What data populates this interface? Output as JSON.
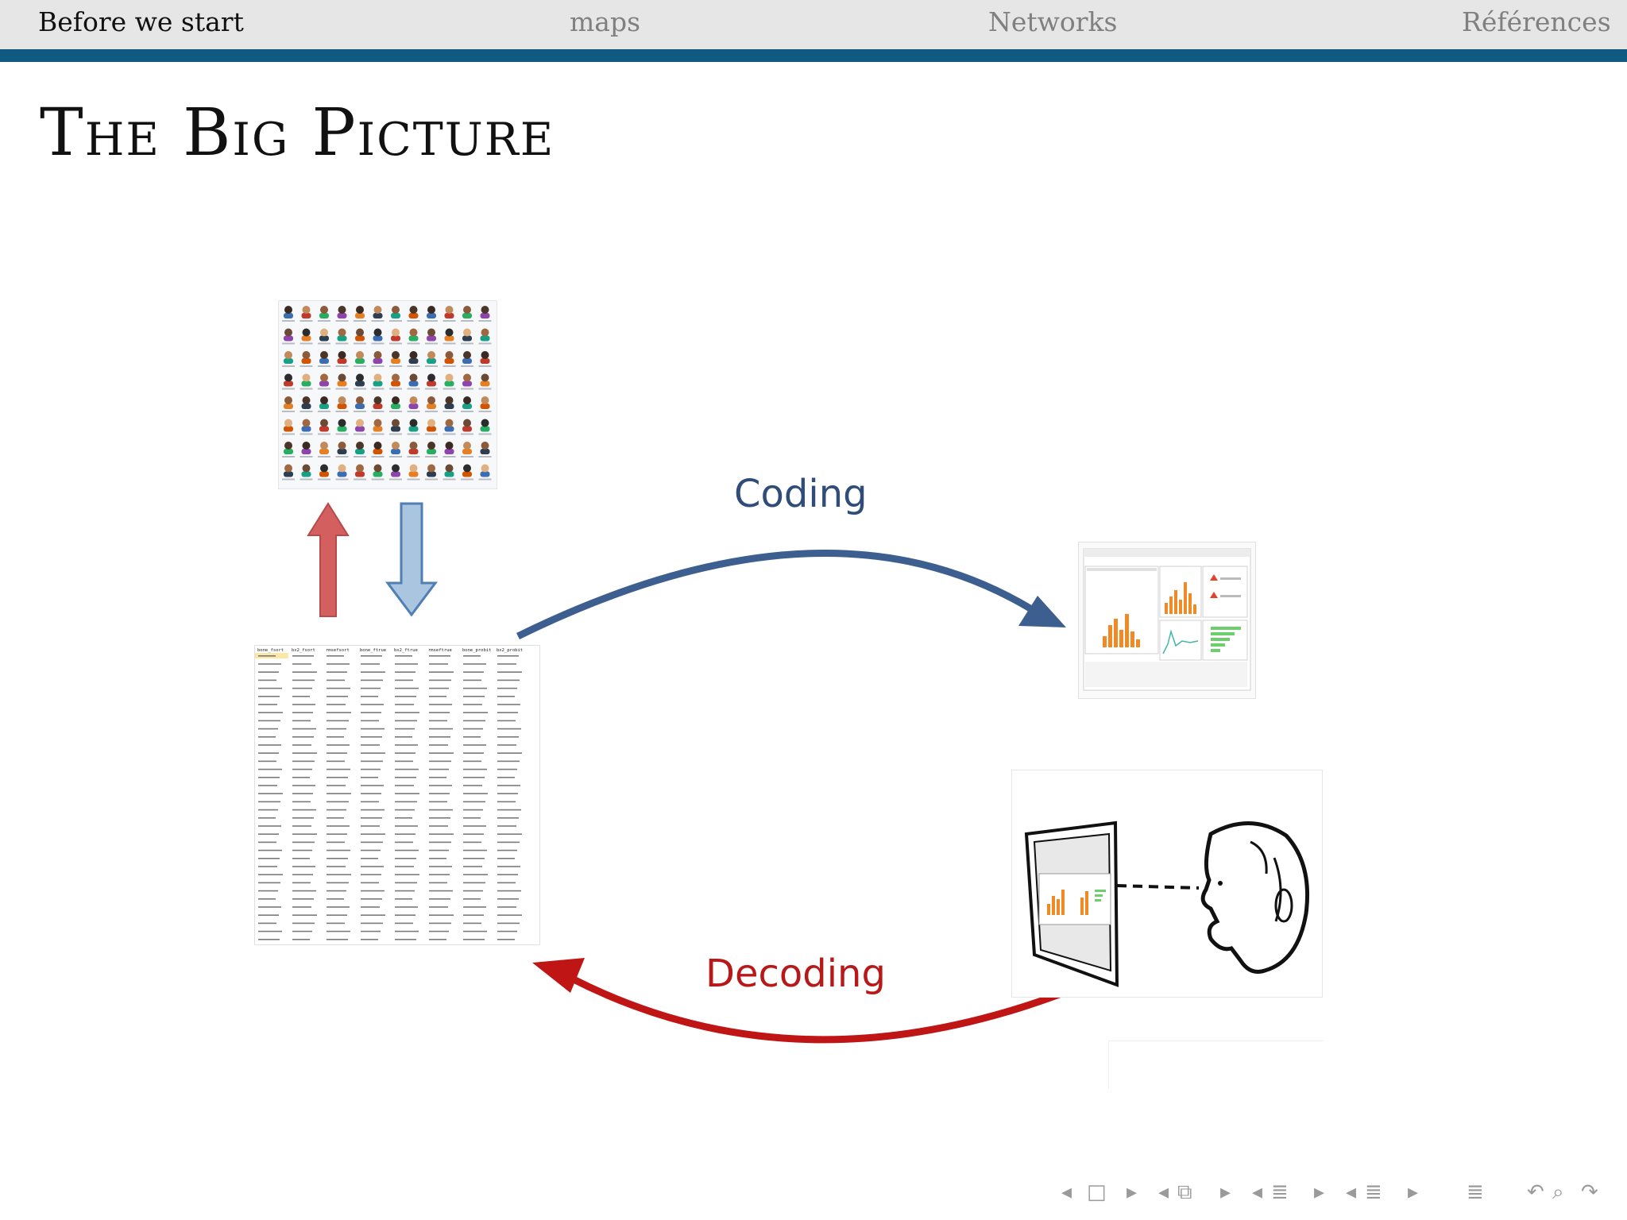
{
  "nav": {
    "items": [
      {
        "label": "Before we start",
        "active": true
      },
      {
        "label": "maps",
        "active": false
      },
      {
        "label": "Networks",
        "active": false
      },
      {
        "label": "Références",
        "active": false
      }
    ],
    "accent_color": "#0f5a80"
  },
  "slide": {
    "title": "The Big Picture",
    "coding_label": "Coding",
    "decoding_label": "Decoding",
    "coding_color": "#2f4d78",
    "decoding_color": "#b81818"
  },
  "images": {
    "people_grid": "grid of cartoon person avatars with captions",
    "data_table": "spreadsheet of numeric data columns",
    "dashboard": "dashboard with bar charts and line chart",
    "viewer": "drawing of a man looking at a chart through a frame"
  },
  "table": {
    "headers": [
      "bone_fsort",
      "bx2_fsort",
      "rmsefsort",
      "bone_ftrue",
      "bx2_ftrue",
      "rmseftrue",
      "bone_probit",
      "bx2_probit"
    ]
  },
  "controls": {
    "icons": [
      "nav-left-icon",
      "frame-icon",
      "nav-right-icon",
      "nav-left-icon",
      "subsection-icon",
      "nav-right-icon",
      "nav-left-icon",
      "section-icon",
      "nav-right-icon",
      "nav-left-icon",
      "toc-icon",
      "nav-right-icon",
      "menu-icon",
      "undo-icon",
      "search-icon",
      "redo-icon"
    ]
  }
}
